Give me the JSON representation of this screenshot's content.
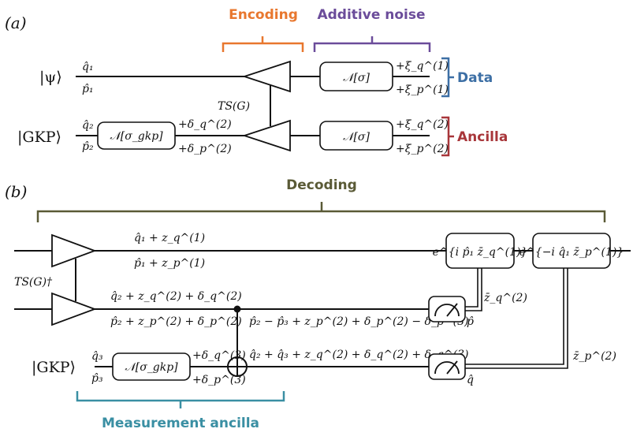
{
  "panels": {
    "a": "(a)",
    "b": "(b)"
  },
  "headers": {
    "encoding": "Encoding",
    "additive_noise": "Additive noise",
    "data": "Data",
    "ancilla": "Ancilla",
    "decoding": "Decoding",
    "measurement_ancilla": "Measurement ancilla"
  },
  "colors": {
    "encoding": "#e8772e",
    "additive_noise": "#6b4c9a",
    "data": "#3d6fa5",
    "ancilla": "#a8363a",
    "decoding": "#5a5a36",
    "measurement_ancilla": "#3a8fa3"
  },
  "labels_a": {
    "psi": "|ψ⟩",
    "gkp": "|GKP⟩",
    "q1": "q̂₁",
    "p1": "p̂₁",
    "q2": "q̂₂",
    "p2": "p̂₂",
    "ts": "TS(G)",
    "noise_sigma": "𝒩[σ]",
    "noise_gkp": "𝒩[σ_gkp]",
    "delta_q2": "+δ_q^(2)",
    "delta_p2": "+δ_p^(2)",
    "xi_q1": "+ξ_q^(1)",
    "xi_p1": "+ξ_p^(1)",
    "xi_q2": "+ξ_q^(2)",
    "xi_p2": "+ξ_p^(2)"
  },
  "labels_b": {
    "ts_dagger": "TS(G)†",
    "gkp": "|GKP⟩",
    "q3": "q̂₃",
    "p3": "p̂₃",
    "noise_gkp": "𝒩[σ_gkp]",
    "delta_q3": "+δ_q^(3)",
    "delta_p3": "+δ_p^(3)",
    "w1_q": "q̂₁ + z_q^(1)",
    "w1_p": "p̂₁ + z_p^(1)",
    "w2_q": "q̂₂ + z_q^(2) + δ_q^(2)",
    "w2_p": "p̂₂ + z_p^(2) + δ_p^(2)",
    "w2_out": "p̂₂ − p̂₃ + z_p^(2) + δ_p^(2) − δ_p^(3)",
    "w3_out": "q̂₂ + q̂₃ + z_q^(2) + δ_q^(2) + δ_q^(3)",
    "corr1": "e^{i p̂₁ z̄_q^(1)}",
    "corr2": "e^{−i q̂₁ z̄_p^(1)}",
    "meas_p": "p̂",
    "meas_q": "q̂",
    "zbar_q2": "z̄_q^(2)",
    "zbar_p2": "z̄_p^(2)"
  }
}
